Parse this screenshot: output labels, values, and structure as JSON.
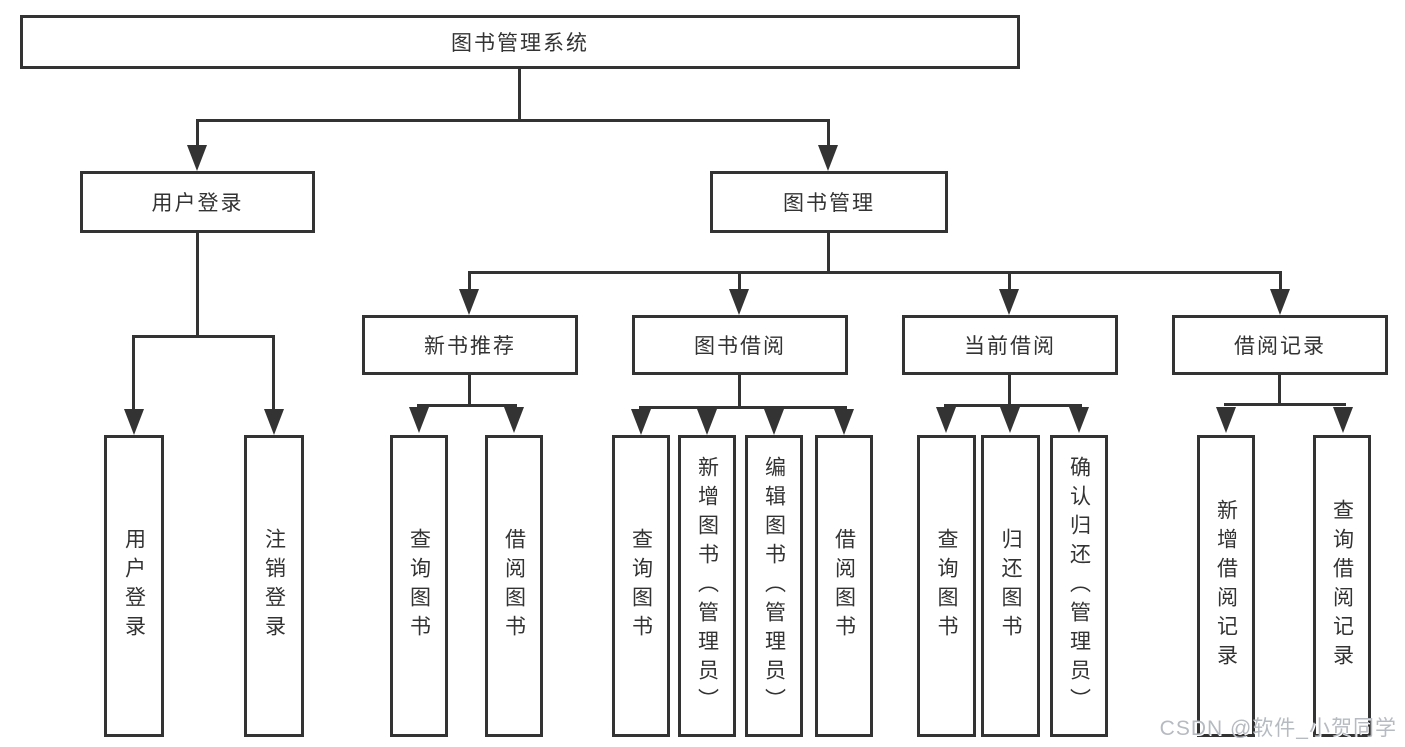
{
  "diagram": {
    "root": {
      "label": "图书管理系统"
    },
    "level1": [
      {
        "label": "用户登录"
      },
      {
        "label": "图书管理"
      }
    ],
    "level2": [
      {
        "label": "新书推荐"
      },
      {
        "label": "图书借阅"
      },
      {
        "label": "当前借阅"
      },
      {
        "label": "借阅记录"
      }
    ],
    "leaves": {
      "user_login": [
        "用户登录",
        "注销登录"
      ],
      "new_books": [
        "查询图书",
        "借阅图书"
      ],
      "borrow": [
        "查询图书",
        "新增图书（管理员）",
        "编辑图书（管理员）",
        "借阅图书"
      ],
      "current": [
        "查询图书",
        "归还图书",
        "确认归还（管理员）"
      ],
      "records": [
        "新增借阅记录",
        "查询借阅记录"
      ]
    },
    "colors": {
      "line": "#333333",
      "text": "#333333",
      "watermark": "#b2b7bf",
      "background": "#ffffff"
    },
    "watermark": {
      "text": "CSDN @软件_小贺同学"
    }
  }
}
